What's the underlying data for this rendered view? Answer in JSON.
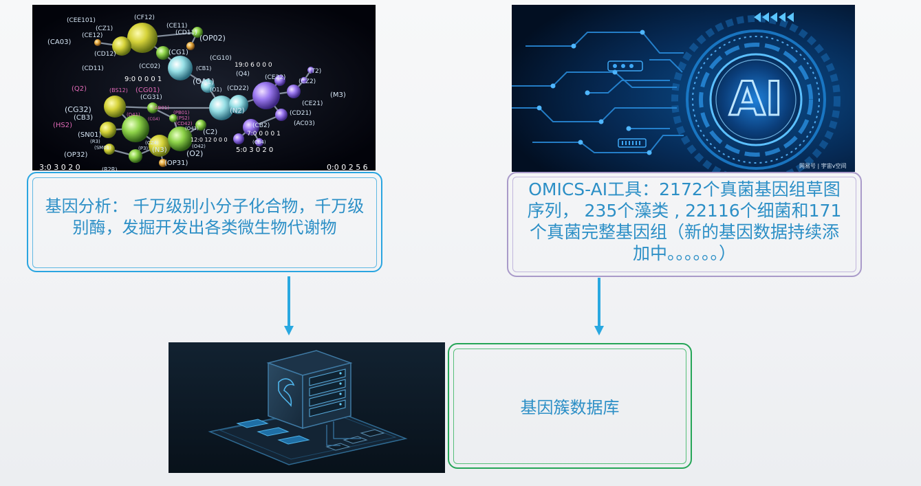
{
  "gene_analysis": {
    "text": "基因分析： 千万级别小分子化合物，千万级别酶，发掘开发出各类微生物代谢物"
  },
  "omics_ai": {
    "text": "OMICS-AI工具：2172个真菌基因组草图序列， 235个藻类 , 22116个细菌和171个真菌完整基因组（新的基因数据持续添加中。。。。。。）"
  },
  "gene_cluster_db": {
    "text": "基因簇数据库"
  },
  "molecule_image": {
    "labels": [
      "(CEE101)",
      "(CF12)",
      "(CZ1)",
      "(CE11)",
      "(CE12)",
      "(CD11)",
      "(OP02)",
      "(CA03)",
      "(CD12)",
      "(CG1)",
      "(CG10)",
      "(CD11)",
      "(CC02)",
      "(CB1)",
      "19:0 6 0 0 0",
      "(Q4)",
      "(CE22)",
      "(T2)",
      "9:0 0 0 0 1",
      "(OA1)",
      "(CZ2)",
      "(Q2)",
      "(BS12)",
      "(CG01)",
      "(O1)",
      "(CD22)",
      "(M3)",
      "(CG31)",
      "(CE21)",
      "(CG32)",
      "(AB01)",
      "(N2)",
      "(CD21)",
      "(CB3)",
      "(PB01)",
      "(PS2)",
      "(D41)",
      "(CG4)",
      "(CD42)",
      "(AC03)",
      "(HS2)",
      "(CB2)",
      "(SN01)",
      "(C2)",
      "7:0 0 0 0 1",
      "(O41)",
      "12:0 12 0 0 0",
      "(CB4)",
      "(R3)",
      "(CZ4)",
      "(SM01)",
      "(O42)",
      "(P3)",
      "(N3)",
      "5:0 3 0 2 0",
      "(OP32)",
      "(O2)",
      "(OP31)",
      "(R2R)"
    ],
    "corner_bottom_left": "3:0 3 0 2 0",
    "corner_bottom_right": "0:0 0 2 5 6"
  },
  "ai_image": {
    "center_text": "AI",
    "watermark": "网易号 | 宇宙v空间"
  },
  "colors": {
    "text_blue": "#2c8fc6",
    "arrow_blue": "#29a8e0",
    "box_blue": "#2aa5e0",
    "box_purple": "#a99ac9",
    "box_green": "#25a557"
  }
}
